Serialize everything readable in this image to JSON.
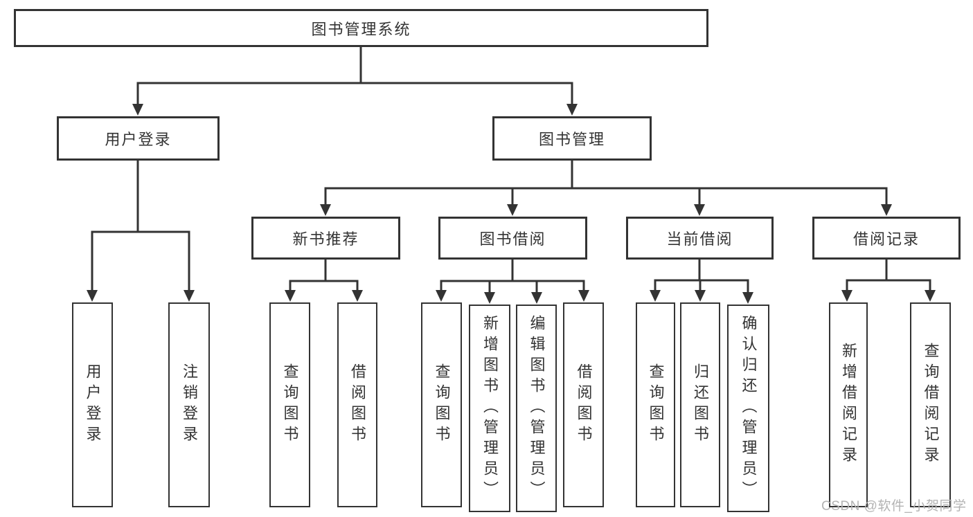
{
  "diagram_type": "hierarchy-tree",
  "tree": {
    "label": "图书管理系统",
    "children": [
      {
        "label": "用户登录",
        "children": [
          {
            "label": "用户登录"
          },
          {
            "label": "注销登录"
          }
        ]
      },
      {
        "label": "图书管理",
        "children": [
          {
            "label": "新书推荐",
            "children": [
              {
                "label": "查询图书"
              },
              {
                "label": "借阅图书"
              }
            ]
          },
          {
            "label": "图书借阅",
            "children": [
              {
                "label": "查询图书"
              },
              {
                "label": "新增图书（管理员）"
              },
              {
                "label": "编辑图书（管理员）"
              },
              {
                "label": "借阅图书"
              }
            ]
          },
          {
            "label": "当前借阅",
            "children": [
              {
                "label": "查询图书"
              },
              {
                "label": "归还图书"
              },
              {
                "label": "确认归还（管理员）"
              }
            ]
          },
          {
            "label": "借阅记录",
            "children": [
              {
                "label": "新增借阅记录"
              },
              {
                "label": "查询借阅记录"
              }
            ]
          }
        ]
      }
    ]
  },
  "watermark": {
    "text": "CSDN @软件_小贺同学"
  },
  "colors": {
    "line": "#333333",
    "text": "#333333",
    "watermark": "#b3b3b3",
    "background": "#ffffff"
  }
}
